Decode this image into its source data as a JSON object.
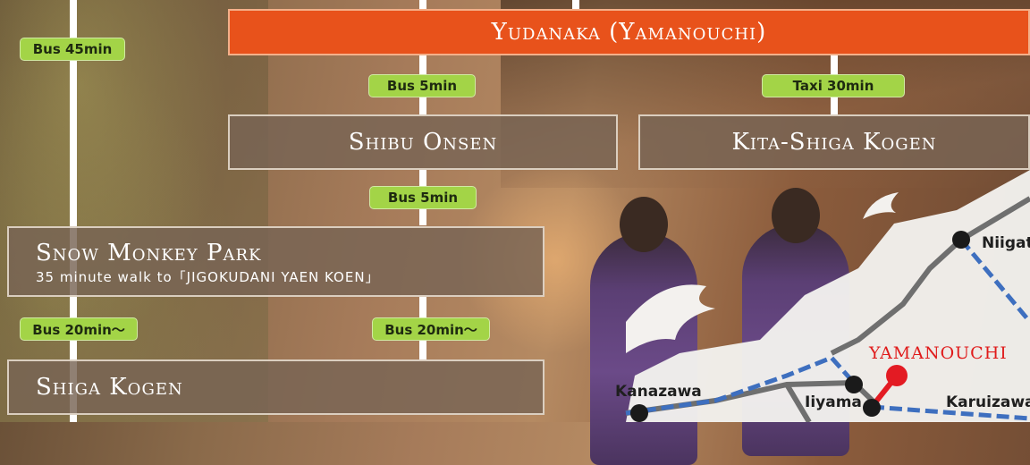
{
  "header": {
    "title": "Yudanaka (Yamanouchi)"
  },
  "destinations": {
    "shibu_onsen": "Shibu Onsen",
    "kita_shiga_kogen": "Kita-Shiga Kogen",
    "snow_monkey_park": "Snow Monkey Park",
    "snow_monkey_note": "35 minute walk to「JIGOKUDANI YAEN KOEN」",
    "shiga_kogen": "Shiga Kogen"
  },
  "transport": {
    "bus_45": "Bus 45min",
    "bus_5_a": "Bus 5min",
    "taxi_30": "Taxi 30min",
    "bus_5_b": "Bus 5min",
    "bus_20_left": "Bus 20min～",
    "bus_20_mid": "Bus 20min～"
  },
  "map": {
    "cities": {
      "niigata": "Niigat",
      "yamanouchi": "YAMANOUCHI",
      "kanazawa": "Kanazawa",
      "iiyama": "Iiyama",
      "karuizawa": "Karuizawa"
    },
    "colors": {
      "rail_gray": "#6f6f6f",
      "rail_blue": "#3e6fbf",
      "highlight": "#e31b23"
    }
  },
  "colors": {
    "header_bg": "#e8521b",
    "pill_bg": "#a3d447",
    "box_bg": "#78644f"
  }
}
